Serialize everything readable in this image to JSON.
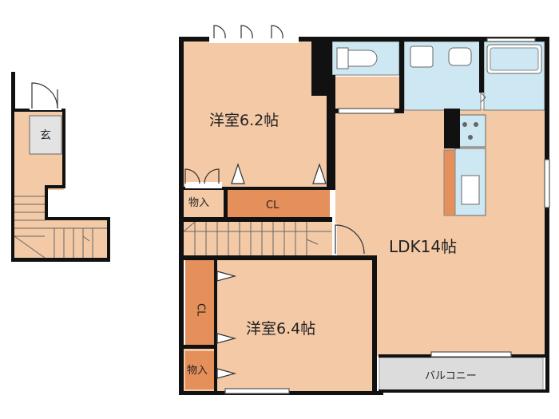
{
  "floor_plan": {
    "rooms": {
      "western_room_upper": "洋室6.2帖",
      "western_room_lower": "洋室6.4帖",
      "ldk": "LDK14帖",
      "closet_upper": "CL",
      "closet_lower": "CL",
      "storage_upper": "物入",
      "storage_lower": "物入",
      "balcony": "バルコニー",
      "entrance": "玄"
    },
    "colors": {
      "floor": "#f3c9a6",
      "closet": "#e58f5a",
      "wet_area": "#cde8f3",
      "wall": "#111111",
      "balcony": "#dcdcdc",
      "entrance": "#e3e3e3"
    }
  }
}
